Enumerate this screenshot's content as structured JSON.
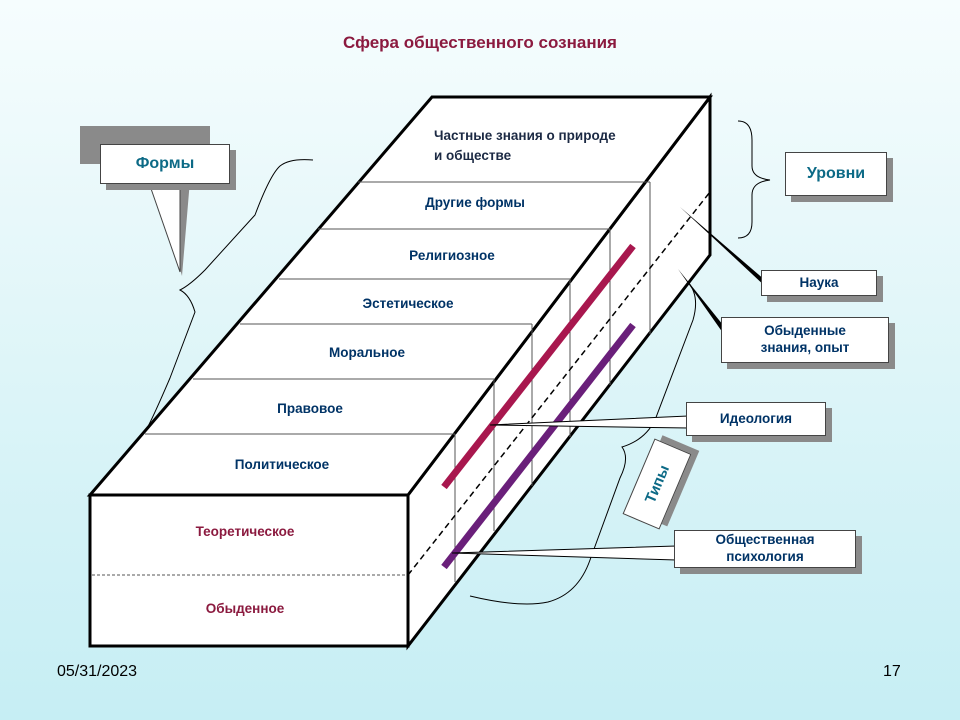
{
  "title": "Сфера общественного сознания",
  "forms": {
    "callout": "Формы",
    "items": [
      "Частные знания о природе",
      "и обществе",
      "Другие формы",
      "Религиозное",
      "Эстетическое",
      "Моральное",
      "Правовое",
      "Политическое"
    ]
  },
  "levels": {
    "callout": "Уровни",
    "front": [
      "Теоретическое",
      "Обыденное"
    ],
    "items": [
      "Наука",
      "Обыденные",
      "знания, опыт"
    ]
  },
  "types": {
    "callout": "Типы",
    "items": [
      "Идеология",
      "Общественная",
      "психология"
    ]
  },
  "colors": {
    "ideology_line": "#a8174e",
    "psychology_line": "#6a1f7a",
    "title": "#8b1a3f"
  },
  "footer": {
    "date": "05/31/2023",
    "page": "17"
  }
}
